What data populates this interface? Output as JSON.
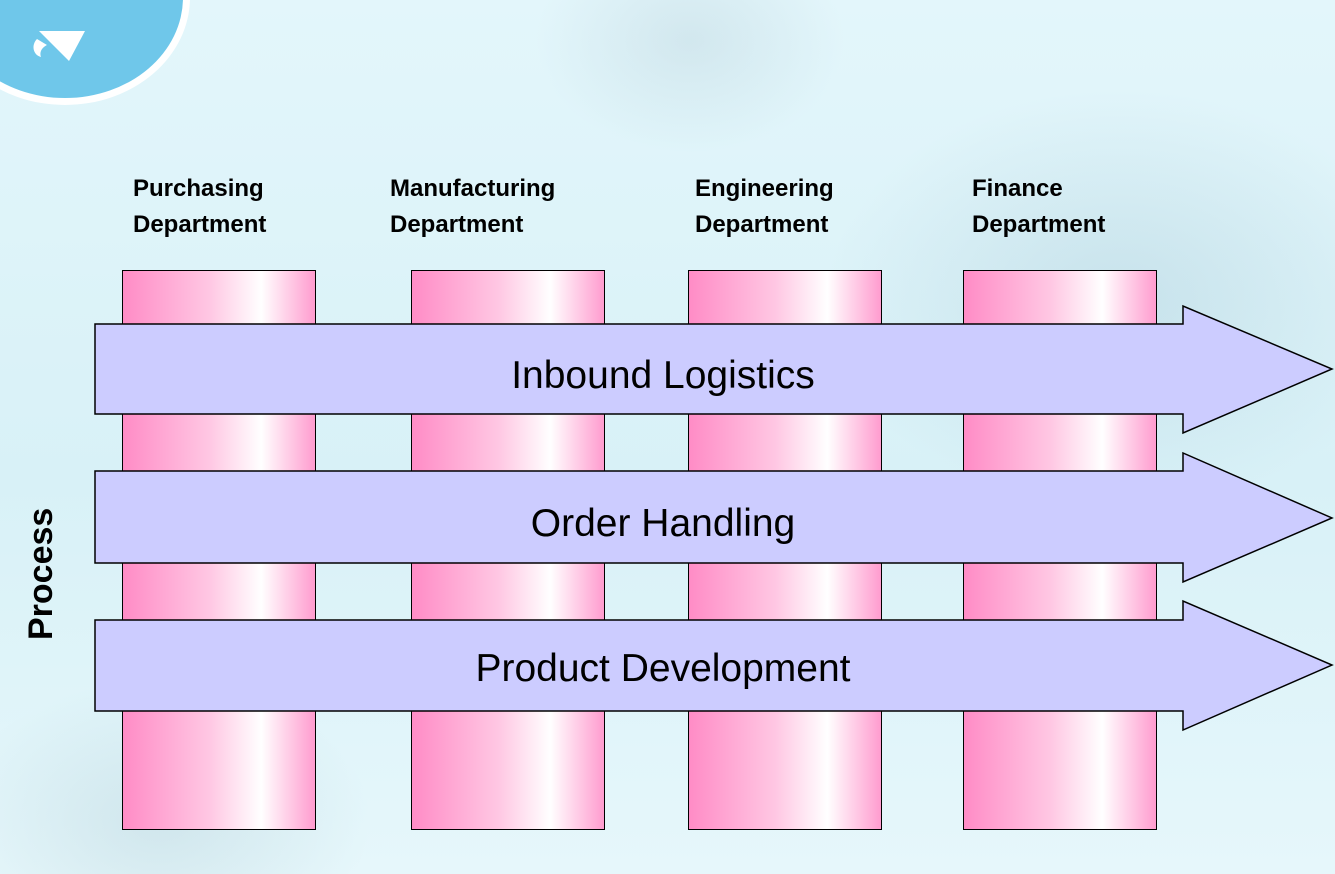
{
  "departments": [
    {
      "line1": "Purchasing",
      "line2": "Department"
    },
    {
      "line1": "Manufacturing",
      "line2": "Department"
    },
    {
      "line1": "Engineering",
      "line2": "Department"
    },
    {
      "line1": "Finance",
      "line2": "Department"
    }
  ],
  "process_label": "Process",
  "processes": [
    {
      "label": "Inbound Logistics"
    },
    {
      "label": "Order Handling"
    },
    {
      "label": "Product Development"
    }
  ],
  "colors": {
    "pillar_pink": "#ff8cc6",
    "arrow_fill": "#ccccff",
    "logo": "#6fc7ea"
  },
  "icons": {
    "logo": "rocket-icon"
  }
}
